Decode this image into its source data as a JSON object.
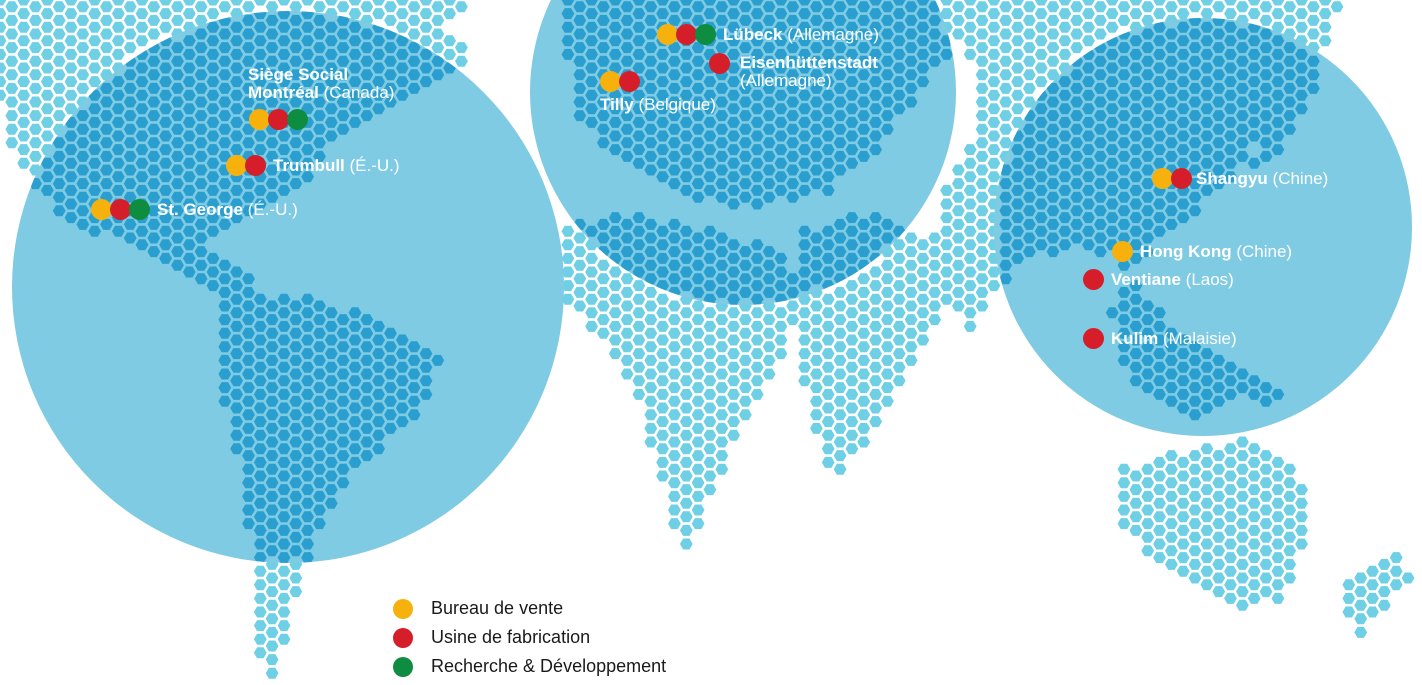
{
  "colors": {
    "sales": "#f7b10d",
    "factory": "#d51e2a",
    "rnd": "#0e8c3f",
    "circle": "#7fcbe3",
    "hex_on_white": "#6fcfe5",
    "hex_in_circle": "#2a9fcf"
  },
  "locations": [
    {
      "name": "Siège Social",
      "name2": "Montréal",
      "country": "(Canada)",
      "types": [
        "sales",
        "factory",
        "rnd"
      ]
    },
    {
      "name": "Trumbull",
      "country": "(É.-U.)",
      "types": [
        "sales",
        "factory"
      ]
    },
    {
      "name": "St. George",
      "country": "(É.-U.)",
      "types": [
        "sales",
        "factory",
        "rnd"
      ]
    },
    {
      "name": "Lübeck",
      "country": "(Allemagne)",
      "types": [
        "sales",
        "factory",
        "rnd"
      ]
    },
    {
      "name": "Eisenhüttenstadt",
      "country": "(Allemagne)",
      "types": [
        "factory"
      ]
    },
    {
      "name": "Tilly",
      "country": "(Belgique)",
      "types": [
        "sales",
        "factory"
      ]
    },
    {
      "name": "Shangyu",
      "country": "(Chine)",
      "types": [
        "sales",
        "factory"
      ]
    },
    {
      "name": "Hong Kong",
      "country": "(Chine)",
      "types": [
        "sales"
      ]
    },
    {
      "name": "Ventiane",
      "country": "(Laos)",
      "types": [
        "factory"
      ]
    },
    {
      "name": "Kulim",
      "country": "(Malaisie)",
      "types": [
        "factory"
      ]
    }
  ],
  "legend": [
    {
      "type": "sales",
      "label": "Bureau de vente"
    },
    {
      "type": "factory",
      "label": "Usine de fabrication"
    },
    {
      "type": "rnd",
      "label": "Recherche & Développement"
    }
  ]
}
